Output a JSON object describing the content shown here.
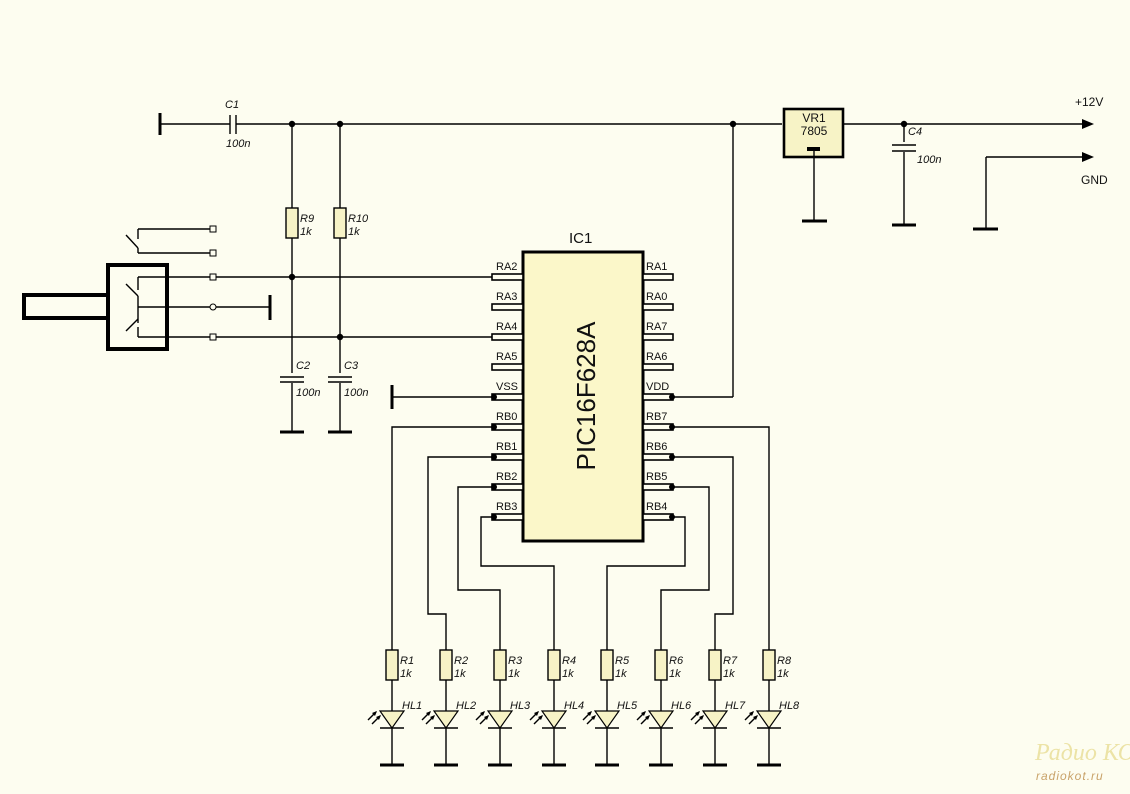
{
  "power": {
    "plus_label": "+12V",
    "gnd_label": "GND"
  },
  "regulator": {
    "ref": "VR1",
    "value": "7805"
  },
  "ic": {
    "ref": "IC1",
    "part": "PIC16F628A",
    "left_pins": [
      "RA2",
      "RA3",
      "RA4",
      "RA5",
      "VSS",
      "RB0",
      "RB1",
      "RB2",
      "RB3"
    ],
    "right_pins": [
      "RA1",
      "RA0",
      "RA7",
      "RA6",
      "VDD",
      "RB7",
      "RB6",
      "RB5",
      "RB4"
    ]
  },
  "capacitors": [
    {
      "ref": "C1",
      "value": "100n"
    },
    {
      "ref": "C2",
      "value": "100n"
    },
    {
      "ref": "C3",
      "value": "100n"
    },
    {
      "ref": "C4",
      "value": "100n"
    }
  ],
  "pullups": [
    {
      "ref": "R9",
      "value": "1k"
    },
    {
      "ref": "R10",
      "value": "1k"
    }
  ],
  "led_resistors": [
    {
      "ref": "R1",
      "value": "1k"
    },
    {
      "ref": "R2",
      "value": "1k"
    },
    {
      "ref": "R3",
      "value": "1k"
    },
    {
      "ref": "R4",
      "value": "1k"
    },
    {
      "ref": "R5",
      "value": "1k"
    },
    {
      "ref": "R6",
      "value": "1k"
    },
    {
      "ref": "R7",
      "value": "1k"
    },
    {
      "ref": "R8",
      "value": "1k"
    }
  ],
  "leds": [
    {
      "ref": "HL1"
    },
    {
      "ref": "HL2"
    },
    {
      "ref": "HL3"
    },
    {
      "ref": "HL4"
    },
    {
      "ref": "HL5"
    },
    {
      "ref": "HL6"
    },
    {
      "ref": "HL7"
    },
    {
      "ref": "HL8"
    }
  ],
  "watermark": {
    "title": "Радио КОТ",
    "site": "radiokot.ru"
  }
}
